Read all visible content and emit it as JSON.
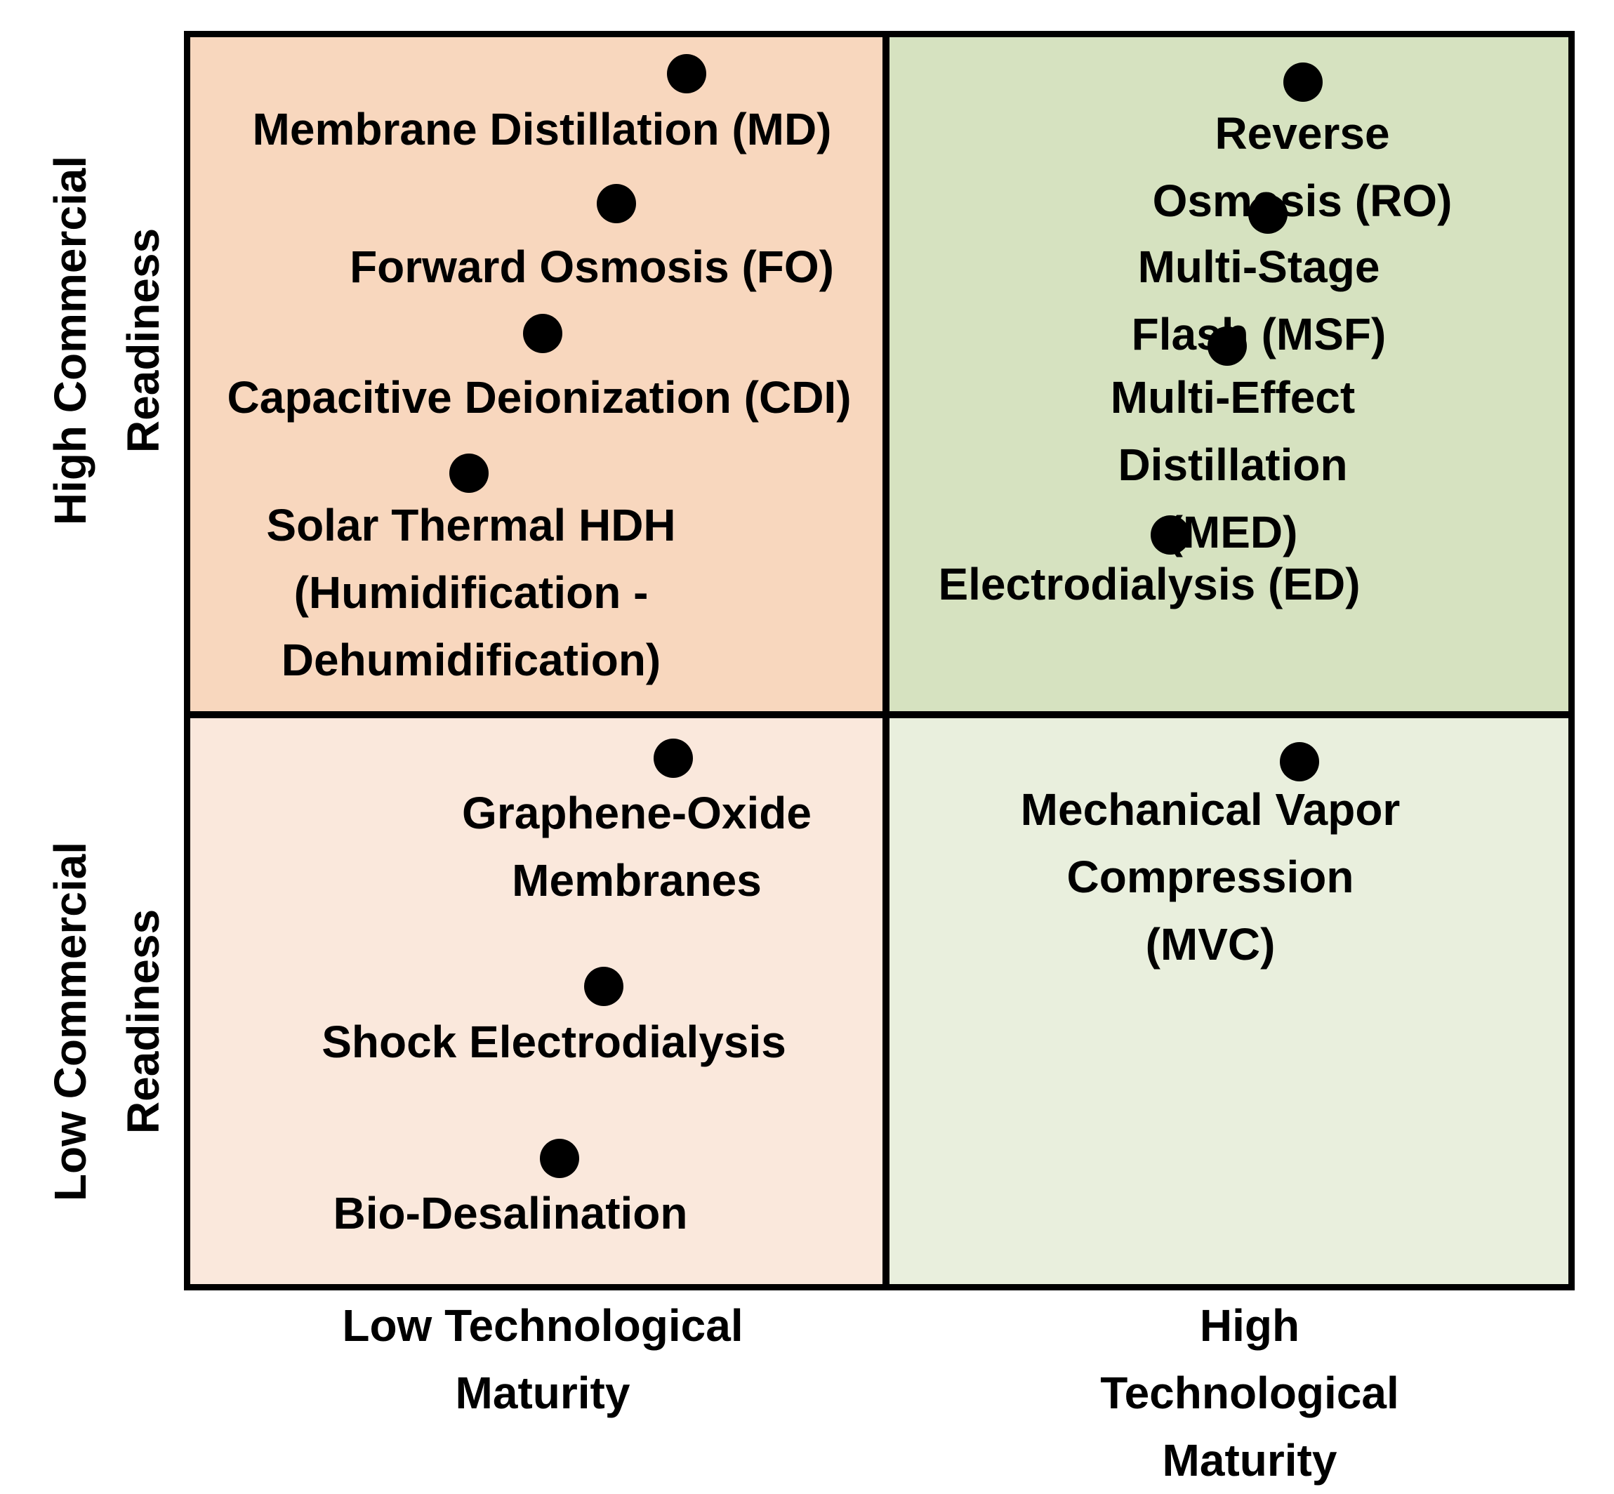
{
  "colors": {
    "top_left": "#F8D7BE",
    "top_right": "#D6E2C0",
    "bottom_left": "#FAE8DC",
    "bottom_right": "#E9EFDD",
    "border": "#000000"
  },
  "axes": {
    "y_high": "High Commercial\nReadiness",
    "y_low": "Low Commercial\nReadiness",
    "x_low": "Low Technological\nMaturity",
    "x_high": "High Technological\nMaturity"
  },
  "technologies": [
    {
      "id": "md",
      "label": "Membrane Distillation (MD)"
    },
    {
      "id": "fo",
      "label": "Forward Osmosis (FO)"
    },
    {
      "id": "cdi",
      "label": "Capacitive Deionization (CDI)"
    },
    {
      "id": "hdh",
      "label": "Solar Thermal HDH\n(Humidification -\nDehumidification)"
    },
    {
      "id": "ro",
      "label": "Reverse Osmosis (RO)"
    },
    {
      "id": "msf",
      "label": "Multi-Stage Flash (MSF)"
    },
    {
      "id": "med",
      "label": "Multi-Effect Distillation\n(MED)"
    },
    {
      "id": "ed",
      "label": "Electrodialysis (ED)"
    },
    {
      "id": "go",
      "label": "Graphene-Oxide\nMembranes"
    },
    {
      "id": "shock",
      "label": "Shock Electrodialysis"
    },
    {
      "id": "bio",
      "label": "Bio-Desalination"
    },
    {
      "id": "mvc",
      "label": "Mechanical Vapor\nCompression (MVC)"
    }
  ]
}
